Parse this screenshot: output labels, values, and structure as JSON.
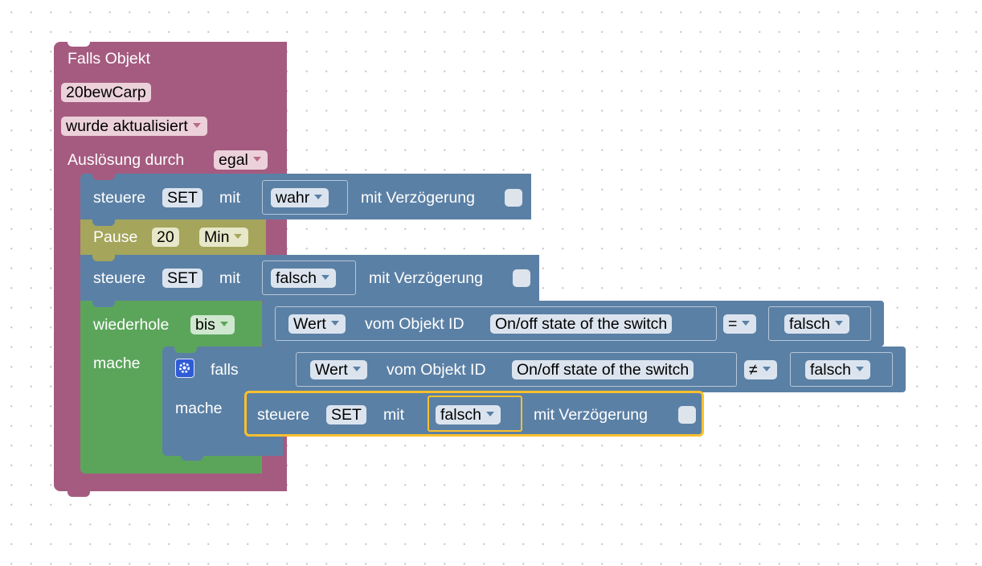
{
  "event_block": {
    "title": "Falls Objekt",
    "object_name": "20bewCarp",
    "condition": "wurde aktualisiert",
    "trigger_label": "Auslösung durch",
    "trigger_value": "egal",
    "color": "#a55b80"
  },
  "set_block_1": {
    "prefix": "steuere",
    "target": "SET",
    "with": "mit",
    "value": "wahr",
    "delay_label": "mit Verzögerung"
  },
  "pause_block": {
    "label": "Pause",
    "amount": "20",
    "unit": "Min",
    "color": "#a5a55b"
  },
  "set_block_2": {
    "prefix": "steuere",
    "target": "SET",
    "with": "mit",
    "value": "falsch",
    "delay_label": "mit Verzögerung"
  },
  "repeat_block": {
    "label": "wiederhole",
    "mode": "bis",
    "do_label": "mache",
    "color": "#5ba55b",
    "condition": {
      "field": "Wert",
      "of_label": "vom Objekt ID",
      "object": "On/off state of the switch",
      "operator": "=",
      "value": "falsch"
    }
  },
  "if_block": {
    "label": "falls",
    "do_label": "mache",
    "condition": {
      "field": "Wert",
      "of_label": "vom Objekt ID",
      "object": "On/off state of the switch",
      "operator": "≠",
      "value": "falsch"
    }
  },
  "set_block_3": {
    "prefix": "steuere",
    "target": "SET",
    "with": "mit",
    "value": "falsch",
    "delay_label": "mit Verzögerung",
    "highlight": "#fbc02d"
  },
  "colors": {
    "logic_blue": "#5b80a5"
  }
}
